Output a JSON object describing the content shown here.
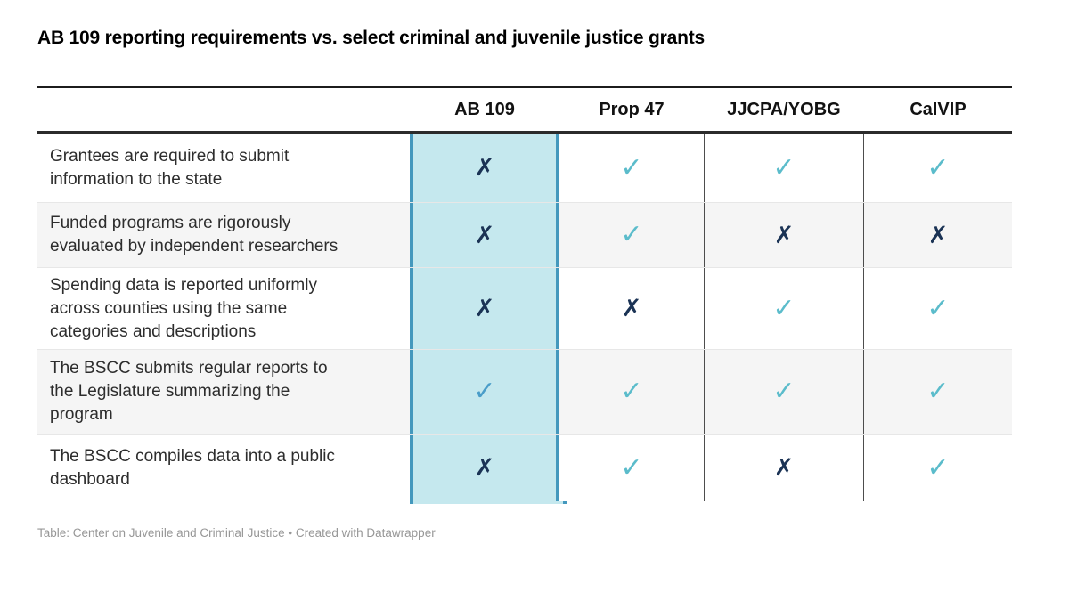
{
  "chart_data": {
    "type": "table",
    "title": "AB 109 reporting requirements vs. select criminal and juvenile justice grants",
    "columns": [
      "AB 109",
      "Prop 47",
      "JJCPA/YOBG",
      "CalVIP"
    ],
    "highlight_column": "AB 109",
    "glyphs": {
      "yes": "✓",
      "no": "✗"
    },
    "rows": [
      {
        "label": "Grantees are required to submit information to the state",
        "values": [
          "no",
          "yes",
          "yes",
          "yes"
        ]
      },
      {
        "label": "Funded programs are rigorously evaluated by independent researchers",
        "values": [
          "no",
          "yes",
          "no",
          "no"
        ]
      },
      {
        "label": "Spending data is reported uniformly across counties using the same categories and descriptions",
        "values": [
          "no",
          "no",
          "yes",
          "yes"
        ]
      },
      {
        "label": "The BSCC submits regular reports to the Legislature summarizing the program",
        "values": [
          "yes",
          "yes",
          "yes",
          "yes"
        ]
      },
      {
        "label": "The BSCC compiles data into a public dashboard",
        "values": [
          "no",
          "yes",
          "no",
          "yes"
        ]
      }
    ]
  },
  "footer": {
    "credit": "Table: Center on Juvenile and Criminal Justice • Created with Datawrapper"
  },
  "colors": {
    "highlight_bg": "#C5E8EE",
    "highlight_border": "#4498BD",
    "check": "#5BBCCB",
    "check_on_highlight": "#4A9DC9",
    "cross": "#1B3355",
    "row_stripe": "#F5F5F5",
    "column_divider": "#4D4D4D",
    "header_rule": "#2B2B2B"
  }
}
